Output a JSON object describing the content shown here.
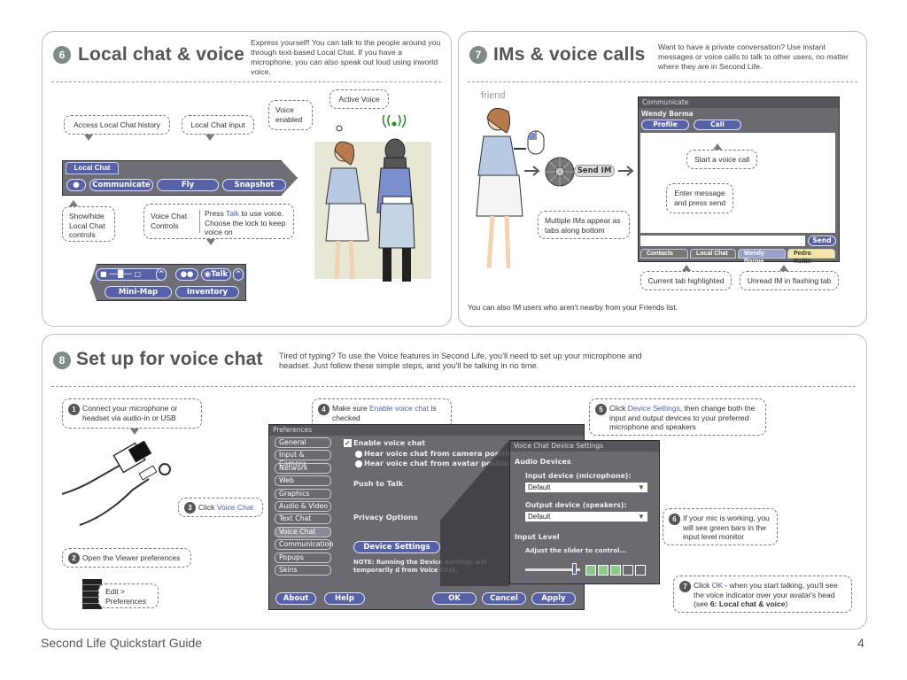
{
  "section6": {
    "number": "6",
    "title": "Local chat & voice",
    "intro": "Express yourself! You can talk to the people around you through text-based Local Chat. If you have a microphone, you can also speak out loud using inworld voice.",
    "callouts": {
      "history": "Access Local Chat history",
      "input": "Local Chat input",
      "voice_enabled": "Voice enabled",
      "active_voice": "Active Voice",
      "showhide": "Show/hide Local Chat controls",
      "voice_controls": "Voice Chat Controls",
      "press_pre": "Press ",
      "press_talk": "Talk",
      "press_post": " to use voice. Choose the lock to keep voice on"
    },
    "chatbar": {
      "tab": "Local Chat",
      "buttons": [
        "Communicate",
        "Fly",
        "Snapshot"
      ],
      "talk": "Talk",
      "bottom_buttons": [
        "Mini-Map",
        "Inventory"
      ]
    }
  },
  "section7": {
    "number": "7",
    "title": "IMs & voice calls",
    "intro": "Want to have a private conversation? Use instant messages or voice calls to talk to other users, no matter where they are in Second Life.",
    "friend_label": "friend",
    "send_im": "Send IM",
    "window": {
      "title": "Communicate",
      "name": "Wendy Borma",
      "profile": "Profile",
      "call": "Call",
      "send": "Send",
      "tabs": [
        "Contacts",
        "Local Chat",
        "Wendy Borma",
        "Pedro Roltin"
      ]
    },
    "callouts": {
      "start_call": "Start a voice call",
      "enter_message": "Enter message and press send",
      "multiple": "Multiple IMs appear as tabs along bottom",
      "current_tab": "Current tab highlighted",
      "unread": "Unread IM in flashing tab"
    },
    "footnote": "You can also IM users who aren't nearby from your Friends list."
  },
  "section8": {
    "number": "8",
    "title": "Set up for voice chat",
    "intro": "Tired of typing? To use the Voice features in Second Life, you'll need to set up your microphone and headset. Just follow these simple steps, and you'll be talking in no time.",
    "steps": {
      "s1": {
        "n": "1",
        "text": "Connect your microphone or headset via audio-in or USB"
      },
      "s2": {
        "n": "2",
        "text": "Open the Viewer preferences"
      },
      "s3": {
        "n": "3",
        "pre": "Click ",
        "hl": "Voice Chat"
      },
      "s4": {
        "n": "4",
        "pre": "Make sure ",
        "hl": "Enable voice chat",
        "post": " is checked"
      },
      "s5": {
        "n": "5",
        "pre": "Click ",
        "hl": "Device Settings",
        "post": ", then change both the input and output devices to your preferred microphone and speakers"
      },
      "s6": {
        "n": "6",
        "text": "If your mic is working, you will see green bars in the input level monitor"
      },
      "s7": {
        "n": "7",
        "pre": "Click ",
        "hl": "OK",
        "mid": " - when you start talking, you'll see the voice indicator over your avatar's head (see ",
        "bold": "6: Local chat & voice",
        "post": ")"
      }
    },
    "edit_menu": {
      "edit": "Edit >",
      "prefs": "Preferences"
    },
    "prefs_window": {
      "title": "Preferences",
      "list": [
        "General",
        "Input & Camera",
        "Network",
        "Web",
        "Graphics",
        "Audio & Video",
        "Text Chat",
        "Voice Chat",
        "Communication",
        "Popups",
        "Skins"
      ],
      "enable": "Enable voice chat",
      "radio1": "Hear voice chat from camera position",
      "radio2": "Hear voice chat from avatar position",
      "push": "Push to Talk",
      "privacy": "Privacy Options",
      "device_btn": "Device Settings",
      "note": "NOTE: Running the Device Settings will temporarily d from Voice Chat.",
      "buttons": [
        "About",
        "Help",
        "OK",
        "Cancel",
        "Apply"
      ]
    },
    "device_window": {
      "title": "Voice Chat Device Settings",
      "audio": "Audio Devices",
      "input_label": "Input device (microphone):",
      "input_value": "Default",
      "output_label": "Output device (speakers):",
      "output_value": "Default",
      "level": "Input Level",
      "adjust": "Adjust the slider to control..."
    }
  },
  "footer": {
    "left": "Second Life Quickstart Guide",
    "right": "4"
  }
}
